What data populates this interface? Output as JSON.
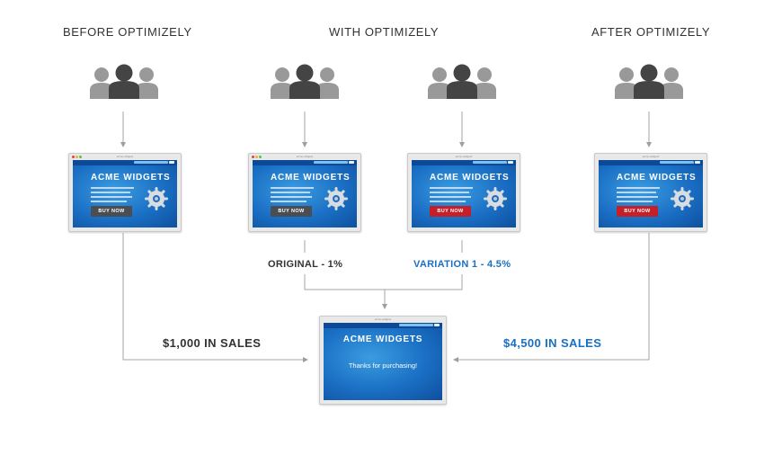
{
  "headings": {
    "before": "BEFORE OPTIMIZELY",
    "with": "WITH OPTIMIZELY",
    "after": "AFTER OPTIMIZELY"
  },
  "browser": {
    "url": "acme-widgets",
    "title": "ACME WIDGETS",
    "buy_label": "BUY NOW",
    "thanks_text": "Thanks for purchasing!"
  },
  "labels": {
    "original": "ORIGINAL - 1%",
    "variation": "VARIATION 1 - 4.5%"
  },
  "sales": {
    "before": "$1,000 IN SALES",
    "after": "$4,500 IN SALES"
  },
  "icons": [
    "people-group-icon",
    "gear-icon",
    "arrow-icon"
  ],
  "colors": {
    "heading_text": "#333333",
    "accent_blue": "#1a6fc4",
    "buy_gray": "#4a4d52",
    "buy_red": "#c3202a",
    "people_light": "#999999",
    "people_dark": "#444444",
    "connector": "#9e9e9e"
  }
}
